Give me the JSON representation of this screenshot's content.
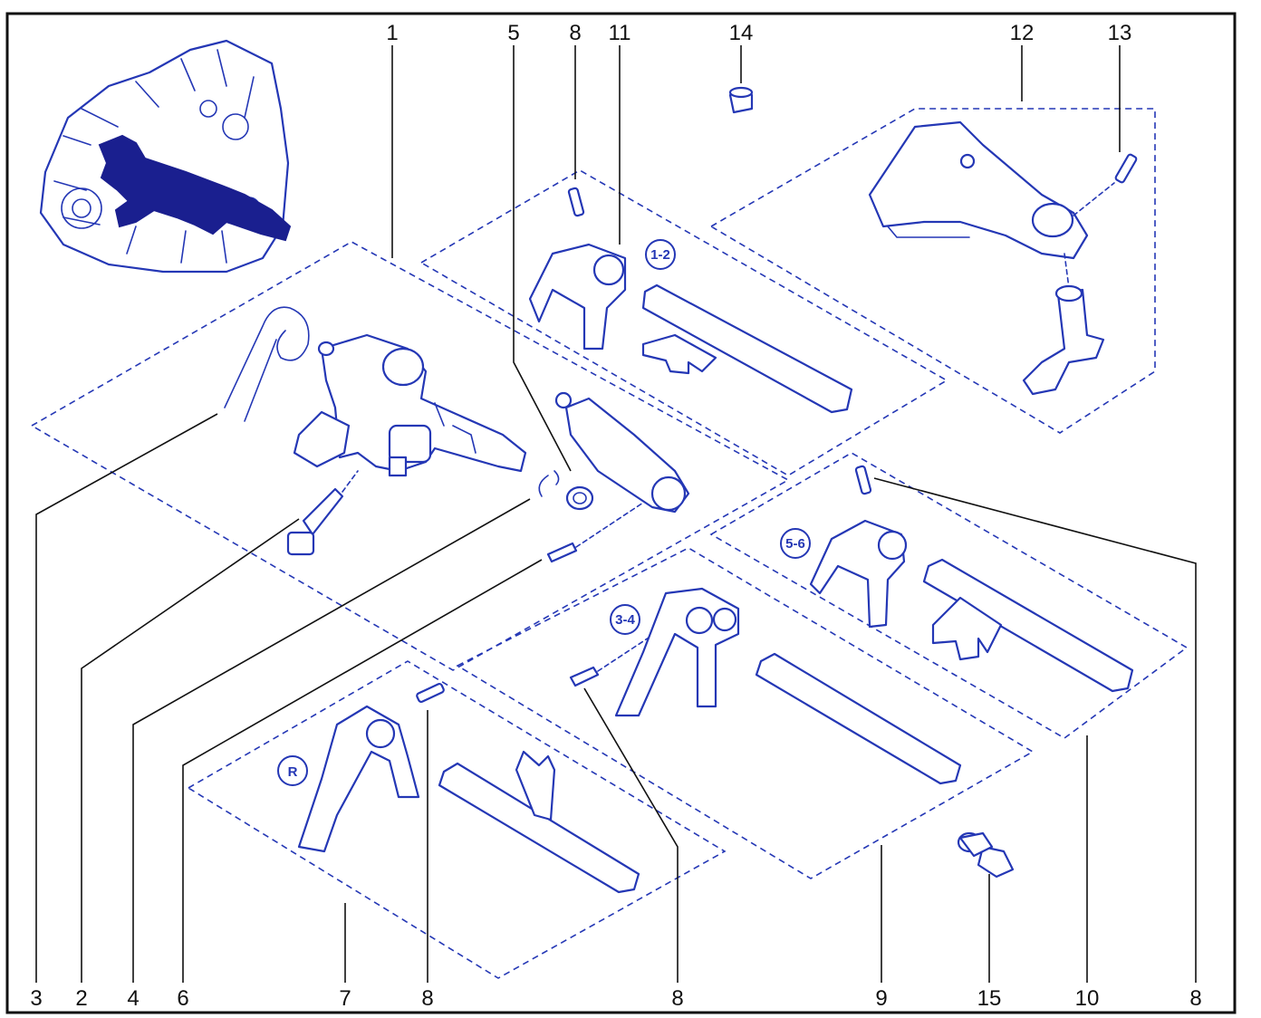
{
  "callouts_top": [
    "1",
    "5",
    "8",
    "11",
    "14",
    "12",
    "13"
  ],
  "callouts_bottom": [
    "3",
    "2",
    "4",
    "6",
    "7",
    "8",
    "8",
    "9",
    "15",
    "10",
    "8"
  ],
  "gear_tags": [
    "1-2",
    "5-6",
    "3-4",
    "R"
  ],
  "colors": {
    "line": "#2437b5",
    "highlight": "#1a1f8f",
    "text": "#111111"
  }
}
